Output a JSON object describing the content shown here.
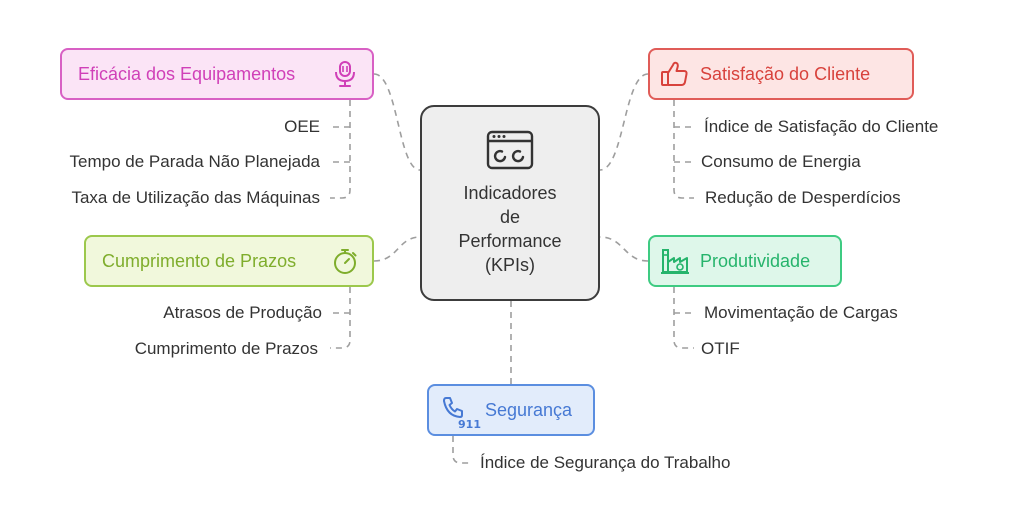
{
  "center": {
    "title": "Indicadores\nde\nPerformance\n(KPIs)",
    "icon": "dashboard-icon"
  },
  "branches": {
    "eficacia": {
      "label": "Eficácia dos Equipamentos",
      "icon": "microphone-icon",
      "color": "#d860c4",
      "items": [
        "OEE",
        "Tempo de Parada Não Planejada",
        "Taxa de Utilização das Máquinas"
      ]
    },
    "cumprimento": {
      "label": "Cumprimento de Prazos",
      "icon": "stopwatch-icon",
      "color": "#9cc84c",
      "items": [
        "Atrasos de Produção",
        "Cumprimento de Prazos"
      ]
    },
    "satisfacao": {
      "label": "Satisfação do Cliente",
      "icon": "thumbs-up-icon",
      "color": "#e05c58",
      "items": [
        "Índice de Satisfação do Cliente",
        "Consumo de Energia",
        "Redução de Desperdícios"
      ]
    },
    "produtividade": {
      "label": "Produtividade",
      "icon": "factory-icon",
      "color": "#3ecb82",
      "items": [
        "Movimentação de Cargas",
        "OTIF"
      ]
    },
    "seguranca": {
      "label": "Segurança",
      "icon": "emergency-call-icon",
      "icon_text": "911",
      "color": "#5b8ee0",
      "items": [
        "Índice de Segurança do Trabalho"
      ]
    }
  }
}
